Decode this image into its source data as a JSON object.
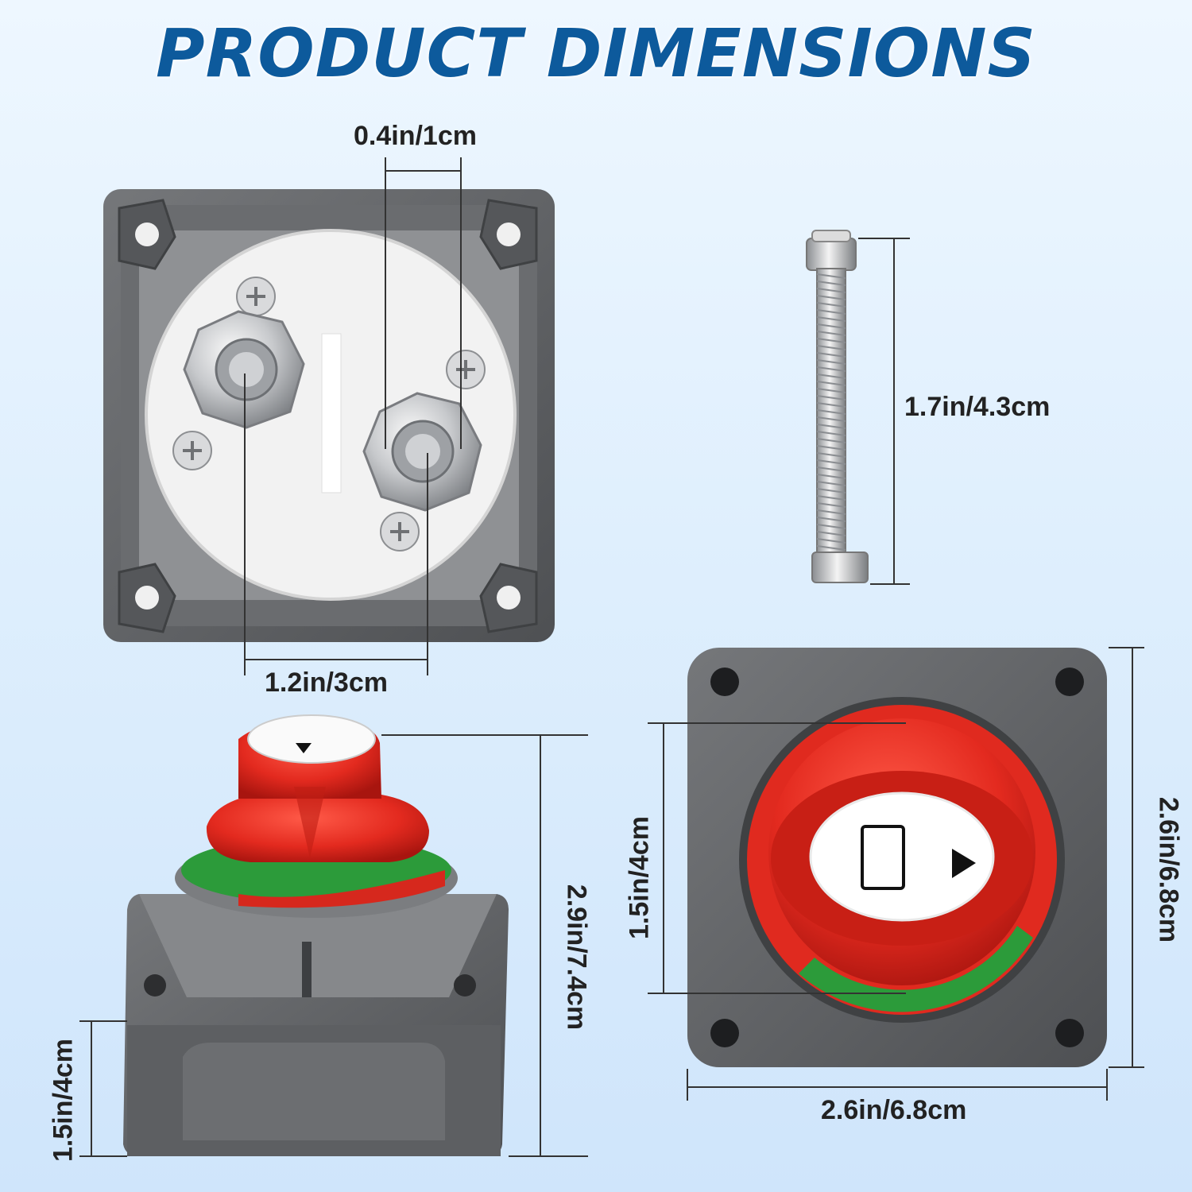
{
  "title": "PRODUCT DIMENSIONS",
  "dimensions": {
    "terminal_gap": "0.4in/1cm",
    "terminal_spacing": "1.2in/3cm",
    "bolt_length": "1.7in/4.3cm",
    "knob_height": "2.9in/7.4cm",
    "base_height": "1.5in/4cm",
    "dial_diameter": "1.5in/4cm",
    "body_height": "2.6in/6.8cm",
    "body_width": "2.6in/6.8cm"
  },
  "colors": {
    "title": "#0d5a9c",
    "housing": "#5f6164",
    "knob_red": "#e32a1f",
    "ring_green": "#2c9b3a",
    "background": "#dcecfb"
  }
}
